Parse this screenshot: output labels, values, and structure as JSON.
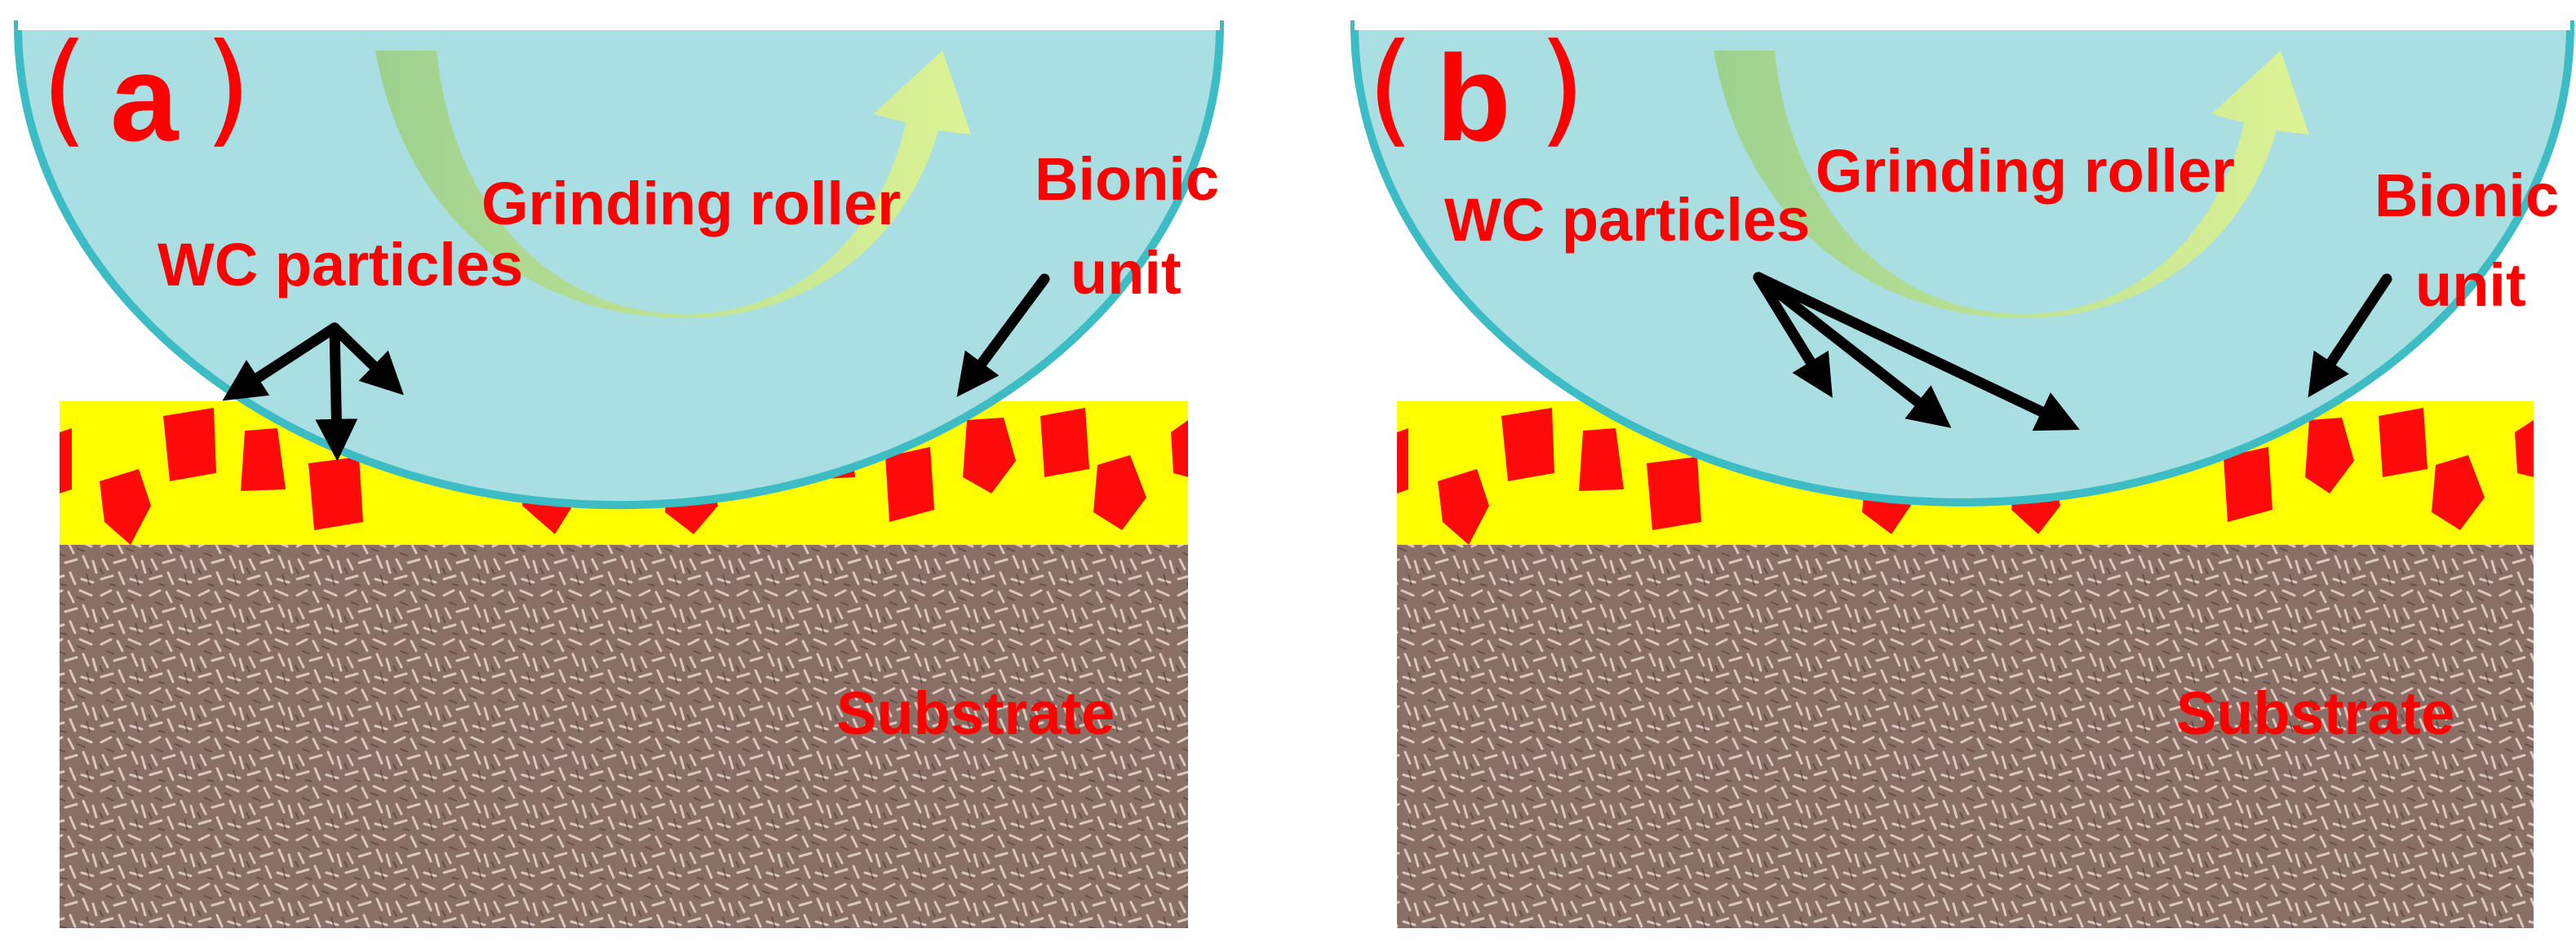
{
  "colors": {
    "roller_fill": "#a9dfe3",
    "roller_edge": "#3cbcc4",
    "coating": "#ffff00",
    "particle": "#ff0a0a",
    "substrate_base": "#8a6f66",
    "label": "#ff0000",
    "arrow": "#000000",
    "rotation_arrow": "#d4ed8a"
  },
  "panels": [
    {
      "id": "a",
      "panel_label": "a",
      "roller_label": "Grinding roller",
      "wc_label": "WC particles",
      "bionic_label_line1": "Bionic",
      "bionic_label_line2": "unit",
      "substrate_label": "Substrate",
      "roller_icon": "grinding-roller",
      "rotation_icon": "curved-arrow-icon"
    },
    {
      "id": "b",
      "panel_label": "b",
      "roller_label": "Grinding roller",
      "wc_label": "WC particles",
      "bionic_label_line1": "Bionic",
      "bionic_label_line2": "unit",
      "substrate_label": "Substrate",
      "roller_icon": "grinding-roller",
      "rotation_icon": "curved-arrow-icon"
    }
  ]
}
